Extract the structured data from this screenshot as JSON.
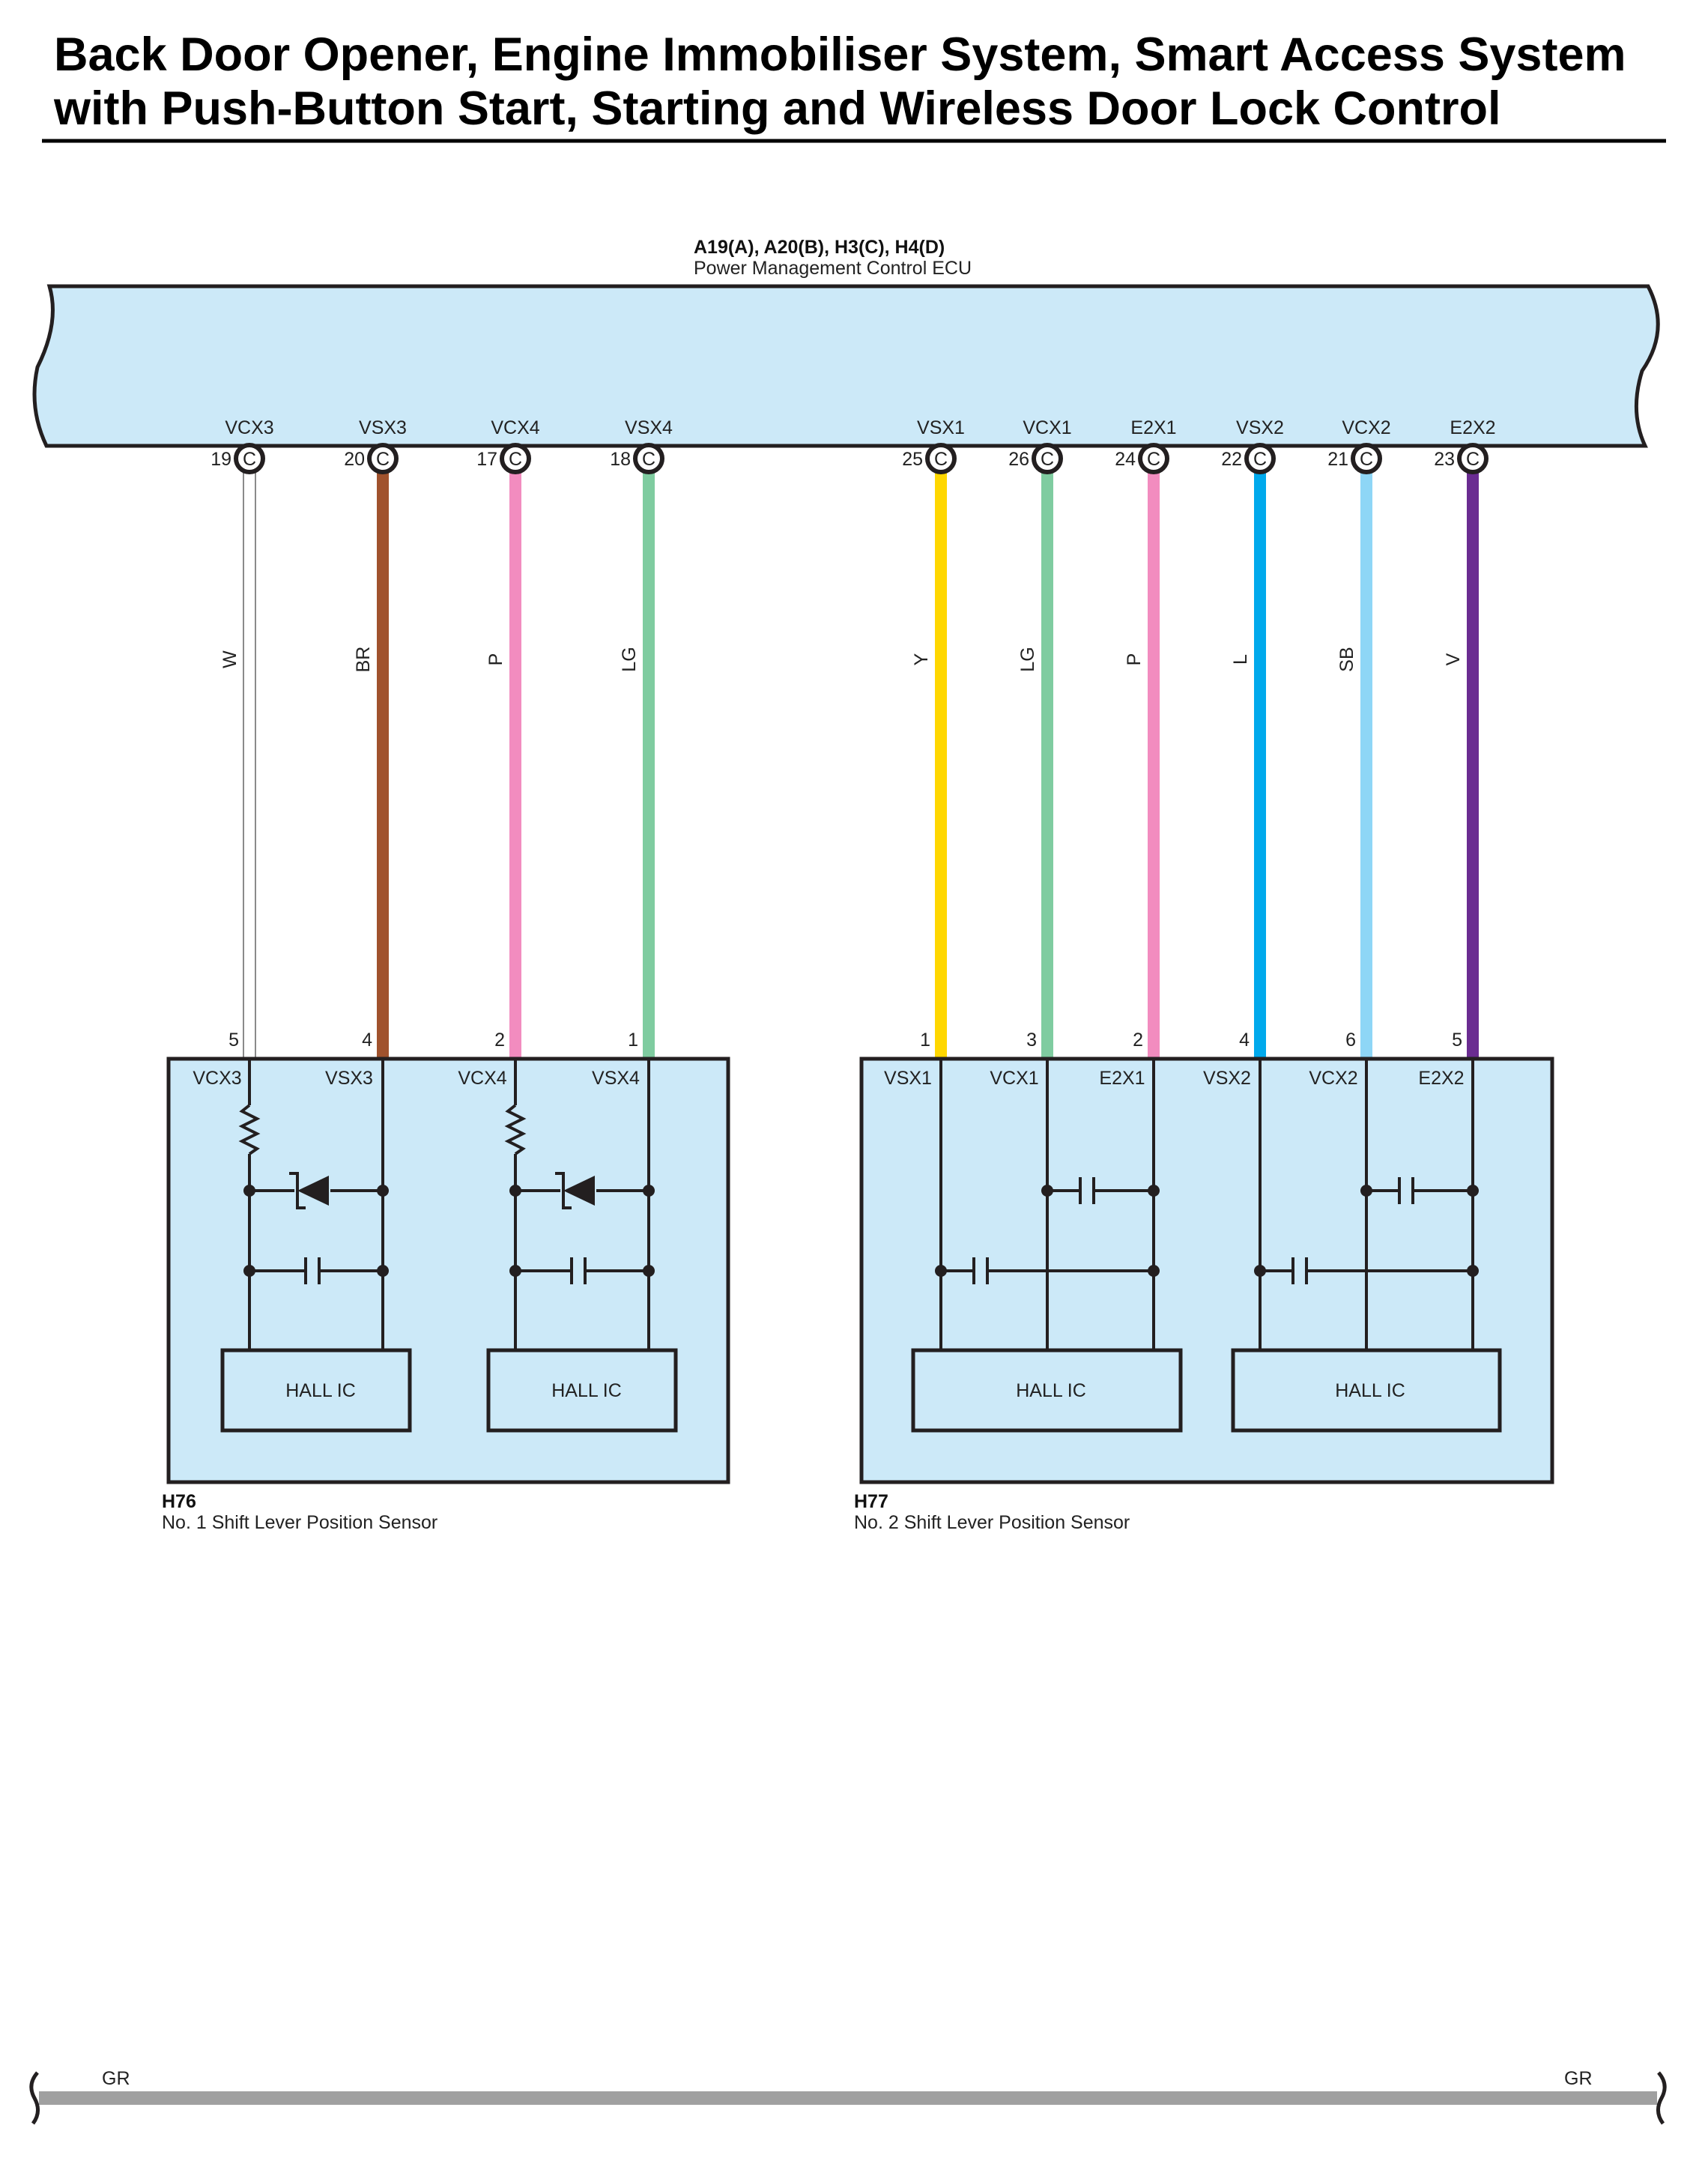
{
  "header": {
    "title_line1": "Back Door Opener, Engine Immobiliser System, Smart Access System",
    "title_line2": "with Push-Button Start, Starting and Wireless Door Lock Control"
  },
  "ecu": {
    "connector_codes": "A19(A), A20(B), H3(C), H4(D)",
    "name": "Power Management Control ECU",
    "fill_color": "#cce9f8",
    "terminals": [
      {
        "name": "VCX3",
        "pin": "19",
        "conn": "C",
        "wire": "W",
        "color": "#ffffff",
        "sensor_pin": "5"
      },
      {
        "name": "VSX3",
        "pin": "20",
        "conn": "C",
        "wire": "BR",
        "color": "#a0522d",
        "sensor_pin": "4"
      },
      {
        "name": "VCX4",
        "pin": "17",
        "conn": "C",
        "wire": "P",
        "color": "#f28cbf",
        "sensor_pin": "2"
      },
      {
        "name": "VSX4",
        "pin": "18",
        "conn": "C",
        "wire": "LG",
        "color": "#7fcca0",
        "sensor_pin": "1"
      },
      {
        "name": "VSX1",
        "pin": "25",
        "conn": "C",
        "wire": "Y",
        "color": "#ffd700",
        "sensor_pin": "1"
      },
      {
        "name": "VCX1",
        "pin": "26",
        "conn": "C",
        "wire": "LG",
        "color": "#7fcca0",
        "sensor_pin": "3"
      },
      {
        "name": "E2X1",
        "pin": "24",
        "conn": "C",
        "wire": "P",
        "color": "#f28cbf",
        "sensor_pin": "2"
      },
      {
        "name": "VSX2",
        "pin": "22",
        "conn": "C",
        "wire": "L",
        "color": "#00a9ec",
        "sensor_pin": "4"
      },
      {
        "name": "VCX2",
        "pin": "21",
        "conn": "C",
        "wire": "SB",
        "color": "#8ed6f6",
        "sensor_pin": "6"
      },
      {
        "name": "E2X2",
        "pin": "23",
        "conn": "C",
        "wire": "V",
        "color": "#6a2c91",
        "sensor_pin": "5"
      }
    ]
  },
  "sensors": [
    {
      "code": "H76",
      "name": "No.  1 Shift Lever Position Sensor",
      "terminals": [
        "VCX3",
        "VSX3",
        "VCX4",
        "VSX4"
      ],
      "ic_labels": [
        "HALL IC",
        "HALL IC"
      ]
    },
    {
      "code": "H77",
      "name": "No.  2 Shift Lever Position Sensor",
      "terminals": [
        "VSX1",
        "VCX1",
        "E2X1",
        "VSX2",
        "VCX2",
        "E2X2"
      ],
      "ic_labels": [
        "HALL IC",
        "HALL IC"
      ]
    }
  ],
  "ground": {
    "left_label": "GR",
    "right_label": "GR",
    "color": "#a0a0a0"
  }
}
